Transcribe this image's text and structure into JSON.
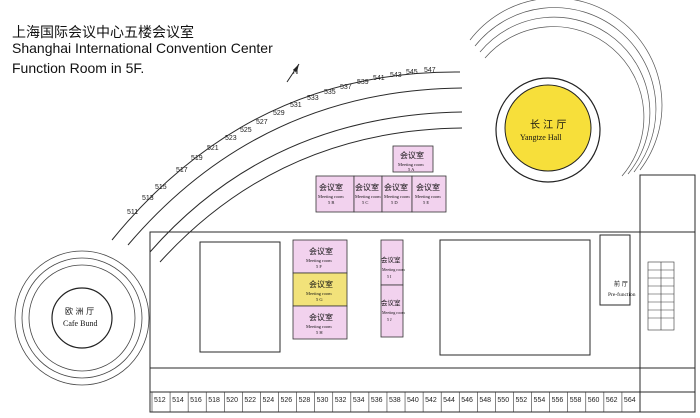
{
  "title": {
    "line1": "上海国际会议中心五楼会议室",
    "line2": "Shanghai International Convention Center",
    "line3": "Function Room in 5F."
  },
  "compass": "N",
  "halls": {
    "yangtze": {
      "zh": "长 江 厅",
      "en": "Yangtze Hall"
    },
    "cafe": {
      "zh": "欧 洲 厅",
      "en": "Cafe Bund"
    },
    "prefunction": {
      "zh": "前 厅",
      "en": "Pre-function"
    }
  },
  "meeting_rooms": [
    {
      "id": "5A",
      "zh": "会议室",
      "en": "Meeting room",
      "code": "5 A"
    },
    {
      "id": "5B",
      "zh": "会议室",
      "en": "Meeting room",
      "code": "5 B"
    },
    {
      "id": "5C",
      "zh": "会议室",
      "en": "Meeting room",
      "code": "5 C"
    },
    {
      "id": "5D",
      "zh": "会议室",
      "en": "Meeting room",
      "code": "5 D"
    },
    {
      "id": "5E",
      "zh": "会议室",
      "en": "Meeting room",
      "code": "5 E"
    },
    {
      "id": "5F",
      "zh": "会议室",
      "en": "Meeting room",
      "code": "5 F"
    },
    {
      "id": "5G",
      "zh": "会议室",
      "en": "Meeting room",
      "code": "5 G"
    },
    {
      "id": "5H",
      "zh": "会议室",
      "en": "Meeting room",
      "code": "5 H"
    },
    {
      "id": "5I",
      "zh": "会议室",
      "en": "Meeting room",
      "code": "5 I"
    },
    {
      "id": "5J",
      "zh": "会议室",
      "en": "Meeting room",
      "code": "5 J"
    }
  ],
  "curve_rooms": [
    "511",
    "513",
    "515",
    "517",
    "519",
    "521",
    "523",
    "525",
    "527",
    "529",
    "531",
    "533",
    "535",
    "537",
    "539",
    "541",
    "543",
    "545",
    "547"
  ],
  "bottom_rooms": [
    "512",
    "514",
    "516",
    "518",
    "520",
    "522",
    "524",
    "526",
    "528",
    "530",
    "532",
    "534",
    "536",
    "538",
    "540",
    "542",
    "544",
    "546",
    "548",
    "550",
    "552",
    "554",
    "556",
    "558",
    "560",
    "562",
    "564"
  ],
  "colors": {
    "pink": "#f2d2ee",
    "yellow": "#f2e27a",
    "line": "#2a2a2a"
  }
}
